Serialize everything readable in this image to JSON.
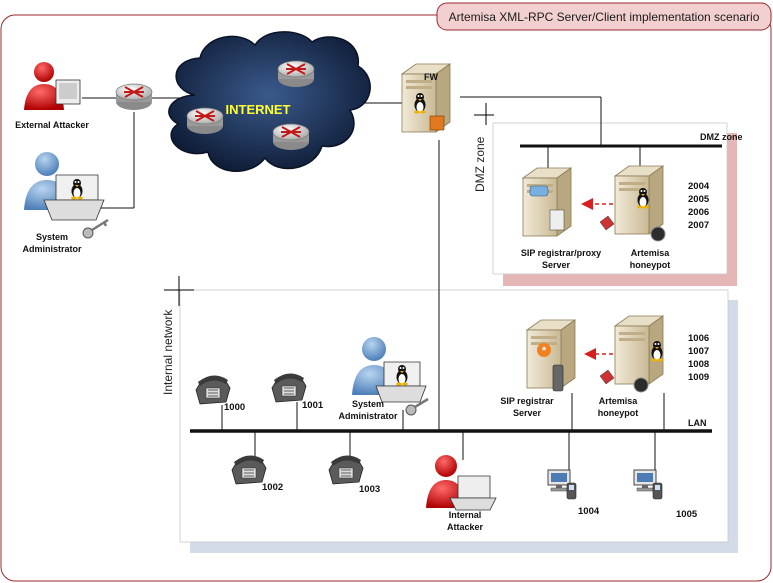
{
  "title": "Artemisa XML-RPC Server/Client implementation scenario",
  "internet_label": "INTERNET",
  "fw_label": "FW",
  "linux_label": "Linux",
  "dmz": {
    "zone_label": "DMZ zone",
    "bus_label": "DMZ zone",
    "registrar_label_1": "SIP registrar/proxy",
    "registrar_label_2": "Server",
    "honeypot_label_1": "Artemisa",
    "honeypot_label_2": "honeypot",
    "extensions": [
      "2004",
      "2005",
      "2006",
      "2007"
    ]
  },
  "lan": {
    "zone_label": "Internal network",
    "bus_label": "LAN",
    "registrar_label_1": "SIP registrar",
    "registrar_label_2": "Server",
    "honeypot_label_1": "Artemisa",
    "honeypot_label_2": "honeypot",
    "extensions": [
      "1006",
      "1007",
      "1008",
      "1009"
    ],
    "phones": [
      "1000",
      "1001",
      "1002",
      "1003"
    ],
    "softphones": [
      "1004",
      "1005"
    ]
  },
  "actors": {
    "external_attacker": "External Attacker",
    "sysadmin_1": "System",
    "sysadmin_2": "Administrator",
    "internal_attacker_1": "Internal",
    "internal_attacker_2": "Attacker"
  },
  "colors": {
    "title_fill": "#f3d0d0",
    "border": "#9b2a30",
    "dmz_shadow": "#e6b5b5",
    "lan_shadow": "#d3dbe8",
    "cloud": "#1b2a4a",
    "arrow": "#d62020"
  }
}
